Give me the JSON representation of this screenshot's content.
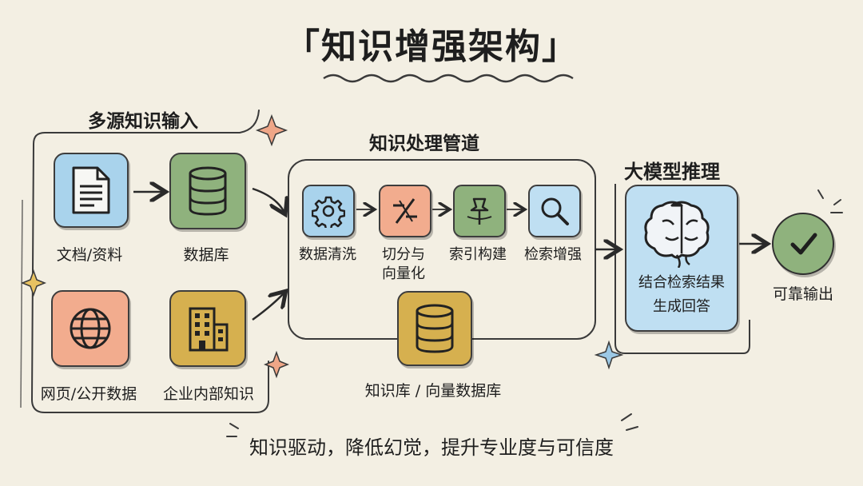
{
  "title": "「知识增强架构」",
  "sections": {
    "input": "多源知识输入",
    "pipeline": "知识处理管道",
    "llm": "大模型推理"
  },
  "inputs": {
    "docs": "文档/资料",
    "database": "数据库",
    "web": "网页/公开数据",
    "enterprise": "企业内部知识"
  },
  "pipeline": {
    "clean": "数据清洗",
    "split_line1": "切分与",
    "split_line2": "向量化",
    "index": "索引构建",
    "retrieve": "检索增强",
    "kb": "知识库 / 向量数据库"
  },
  "llm": {
    "line1": "结合检索结果",
    "line2": "生成回答"
  },
  "output": "可靠输出",
  "footer": "知识驱动，降低幻觉，提升专业度与可信度",
  "colors": {
    "background": "#f3efe3",
    "blue": "#a9d3ec",
    "green": "#8fb27d",
    "peach": "#f2ac8e",
    "gold": "#d6b04f"
  },
  "icons": [
    "document-icon",
    "database-icon",
    "globe-icon",
    "building-icon",
    "gear-icon",
    "slash-percent-icon",
    "pin-icon",
    "magnifier-icon",
    "brain-icon",
    "check-icon"
  ]
}
